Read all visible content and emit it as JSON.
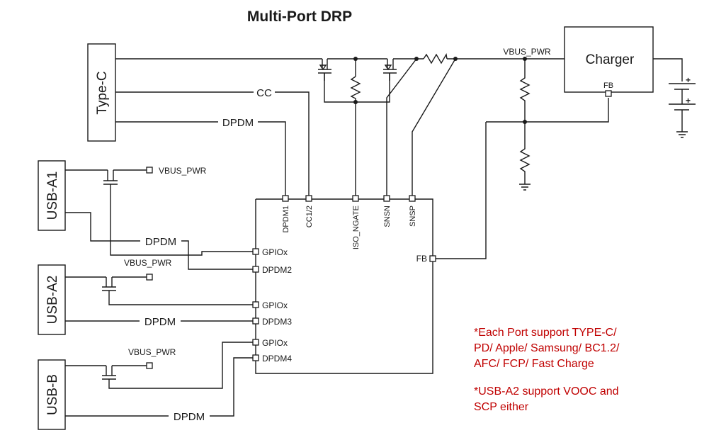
{
  "title": "Multi-Port DRP",
  "ports": {
    "type_c": "Type-C",
    "usb_a1": "USB-A1",
    "usb_a2": "USB-A2",
    "usb_b": "USB-B"
  },
  "charger": {
    "label": "Charger",
    "fb_pin": "FB",
    "vbus_label": "VBUS_PWR"
  },
  "nets": {
    "cc": "CC",
    "dpdm_typec": "DPDM",
    "dpdm_a1": "DPDM",
    "dpdm_a2": "DPDM",
    "dpdm_b": "DPDM",
    "vbus_a1": "VBUS_PWR",
    "vbus_a2": "VBUS_PWR",
    "vbus_b": "VBUS_PWR"
  },
  "controller": {
    "top_pins": [
      "DPDM1",
      "CC1/2",
      "ISO_NGATE",
      "SNSN",
      "SNSP"
    ],
    "left_pins": [
      "GPIOx",
      "DPDM2",
      "GPIOx",
      "DPDM3",
      "GPIOx",
      "DPDM4"
    ],
    "right_pin": "FB"
  },
  "battery": {
    "plus1": "+",
    "plus2": "+"
  },
  "notes": [
    "*Each Port support TYPE-C/",
    "PD/ Apple/ Samsung/ BC1.2/",
    "AFC/ FCP/ Fast Charge",
    "*USB-A2 support VOOC and",
    "SCP either"
  ],
  "colors": {
    "wire": "#1a1a1a",
    "note": "#c00000",
    "background": "#ffffff"
  }
}
